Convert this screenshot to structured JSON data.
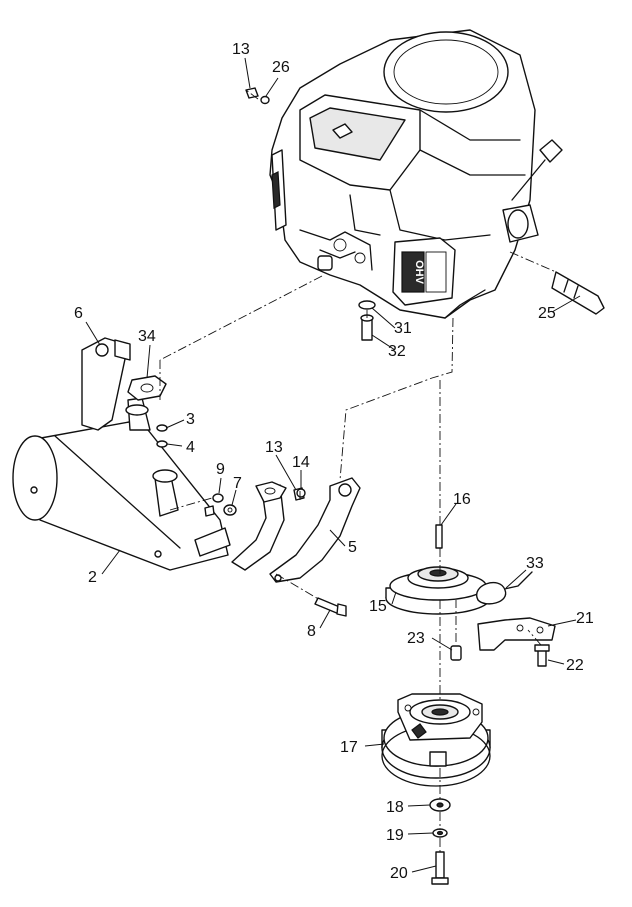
{
  "callouts": [
    {
      "id": "c13a",
      "label": "13"
    },
    {
      "id": "c26",
      "label": "26"
    },
    {
      "id": "c6",
      "label": "6"
    },
    {
      "id": "c34",
      "label": "34"
    },
    {
      "id": "c3",
      "label": "3"
    },
    {
      "id": "c4",
      "label": "4"
    },
    {
      "id": "c31",
      "label": "31"
    },
    {
      "id": "c32",
      "label": "32"
    },
    {
      "id": "c25",
      "label": "25"
    },
    {
      "id": "c13b",
      "label": "13"
    },
    {
      "id": "c14",
      "label": "14"
    },
    {
      "id": "c9",
      "label": "9"
    },
    {
      "id": "c7",
      "label": "7"
    },
    {
      "id": "c2",
      "label": "2"
    },
    {
      "id": "c5",
      "label": "5"
    },
    {
      "id": "c8",
      "label": "8"
    },
    {
      "id": "c16",
      "label": "16"
    },
    {
      "id": "c33",
      "label": "33"
    },
    {
      "id": "c15",
      "label": "15"
    },
    {
      "id": "c21",
      "label": "21"
    },
    {
      "id": "c23",
      "label": "23"
    },
    {
      "id": "c22",
      "label": "22"
    },
    {
      "id": "c17",
      "label": "17"
    },
    {
      "id": "c18",
      "label": "18"
    },
    {
      "id": "c19",
      "label": "19"
    },
    {
      "id": "c20",
      "label": "20"
    }
  ],
  "engine_badge": "OHV"
}
